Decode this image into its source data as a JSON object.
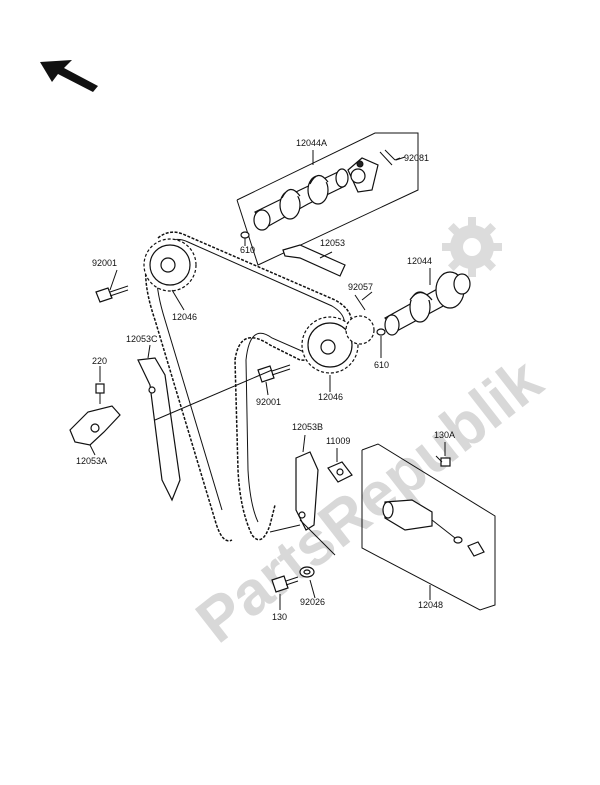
{
  "watermark": "PartsRepublik",
  "labels": {
    "camshaft_a": "12044A",
    "pin_top": "92081",
    "oring_top": "610",
    "guide_top": "12053",
    "bolt_left": "92001",
    "sprocket_left": "12046",
    "camshaft": "12044",
    "pin_right": "92057",
    "oring_right": "610",
    "guide_c": "12053C",
    "bolt_220": "220",
    "bolt_mid": "92001",
    "sprocket_right": "12046",
    "guide_a": "12053A",
    "guide_b": "12053B",
    "gasket": "11009",
    "bolt_130a": "130A",
    "bolt_130": "130",
    "washer": "92026",
    "tensioner": "12048"
  }
}
